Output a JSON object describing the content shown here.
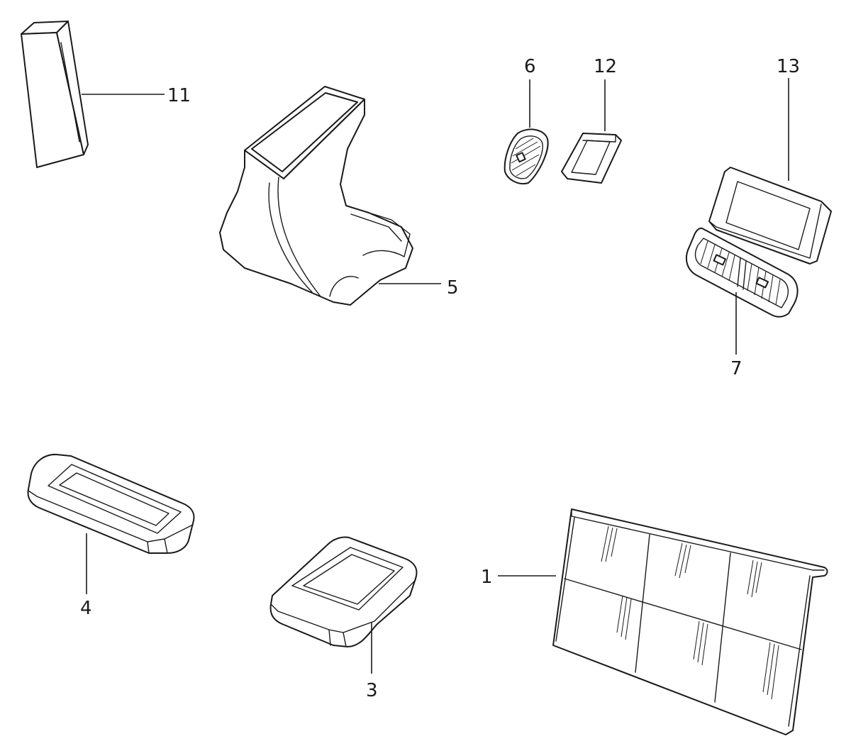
{
  "callouts": {
    "part_1": "1",
    "part_3": "3",
    "part_4": "4",
    "part_5": "5",
    "part_6": "6",
    "part_7": "7",
    "part_11": "11",
    "part_12": "12",
    "part_13": "13"
  }
}
